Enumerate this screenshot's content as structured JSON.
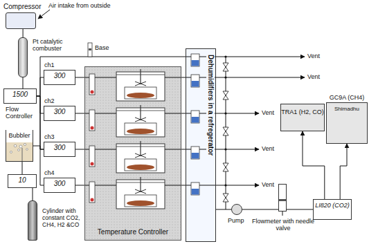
{
  "diagram": {
    "nodes": [
      {
        "text": [
          "Compressor"
        ]
      },
      {
        "text": [
          "Pt catalytic combuster"
        ]
      },
      {
        "text": [
          "1500",
          "Flow Controller"
        ]
      },
      {
        "text": [
          "Bubbler"
        ]
      },
      {
        "text": [
          "10"
        ]
      },
      {
        "text": [
          "Cylinder with constant CO2, CH4, H2 &CO"
        ]
      },
      {
        "text": [
          "ch1",
          "300"
        ]
      },
      {
        "text": [
          "ch2",
          "300"
        ]
      },
      {
        "text": [
          "ch3",
          "300"
        ]
      },
      {
        "text": [
          "ch4",
          "300"
        ]
      },
      {
        "text": [
          "Temperature Controller"
        ]
      },
      {
        "text": [
          "Dehumidifiers in a refregerator"
        ]
      },
      {
        "text": [
          "Pump"
        ]
      },
      {
        "text": [
          "Flowmeter with needle valve"
        ]
      },
      {
        "text": [
          "LI820 (CO2)"
        ]
      },
      {
        "text": [
          "TRA1 (H2, CO)"
        ]
      },
      {
        "text": [
          "GC9A (CH4)",
          "Shimadhu"
        ]
      }
    ],
    "edges": [
      {
        "from": 0,
        "to": 1,
        "arrow": "none"
      },
      {
        "from": 1,
        "to": 2,
        "arrow": "none"
      },
      {
        "from": 2,
        "to": 6,
        "arrow": "none"
      },
      {
        "from": 2,
        "to": 7,
        "arrow": "none"
      },
      {
        "from": 2,
        "to": 8,
        "arrow": "none"
      },
      {
        "from": 2,
        "to": 9,
        "arrow": "none"
      },
      {
        "from": 5,
        "to": 4,
        "arrow": "none"
      },
      {
        "from": 4,
        "to": 3,
        "arrow": "none"
      },
      {
        "from": 3,
        "to": 8,
        "arrow": "none"
      },
      {
        "from": 11,
        "to": 12,
        "arrow": "none"
      },
      {
        "from": 12,
        "to": 13,
        "arrow": "none"
      },
      {
        "from": 13,
        "to": 14,
        "arrow": "none"
      },
      {
        "from": 14,
        "to": 15,
        "arrow": "to"
      },
      {
        "from": 14,
        "to": 16,
        "arrow": "to"
      }
    ],
    "labels": [
      "Air intake from outside",
      "Base",
      "Vent",
      "Vent",
      "Vent",
      "Vent",
      "Vent"
    ]
  }
}
